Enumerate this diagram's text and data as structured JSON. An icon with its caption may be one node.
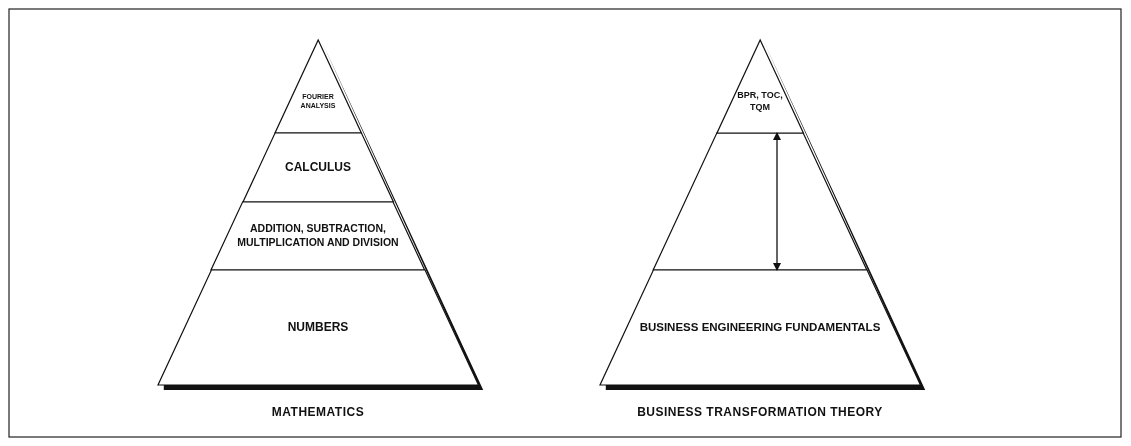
{
  "diagram": {
    "nodes": [
      {
        "text": [
          "FOURIER ANALYSIS"
        ]
      },
      {
        "text": [
          "CALCULUS"
        ]
      },
      {
        "text": [
          "ADDITION, SUBTRACTION, MULTIPLICATION AND DIVISION"
        ]
      },
      {
        "text": [
          "NUMBERS"
        ]
      },
      {
        "text": [
          "BPR, TOC, TQM"
        ]
      },
      {
        "text": [
          "BUSINESS ENGINEERING FUNDAMENTALS"
        ]
      }
    ],
    "edges": [
      {
        "from": 4,
        "to": 5,
        "arrow": "both"
      }
    ],
    "labels": [
      "MATHEMATICS",
      "BUSINESS TRANSFORMATION THEORY"
    ]
  }
}
